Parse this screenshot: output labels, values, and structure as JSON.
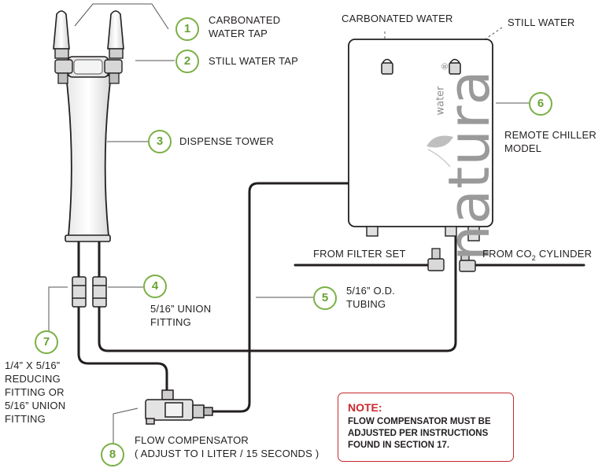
{
  "callouts": [
    {
      "number": "1",
      "label": "CARBONATED\nWATER TAP"
    },
    {
      "number": "2",
      "label": "STILL WATER TAP"
    },
    {
      "number": "3",
      "label": "DISPENSE TOWER"
    },
    {
      "number": "4",
      "label": "5/16” UNION\nFITTING"
    },
    {
      "number": "5",
      "label": "5/16” O.D.\nTUBING"
    },
    {
      "number": "6",
      "label": "REMOTE CHILLER\nMODEL"
    },
    {
      "number": "7",
      "label": "1/4” X 5/16”\nREDUCING\nFITTING OR\n5/16” UNION\nFITTING"
    },
    {
      "number": "8",
      "label": "FLOW COMPENSATOR\n( ADJUST TO I LITER / 15 SECONDS )"
    }
  ],
  "outlets": {
    "carbonated": "CARBONATED WATER",
    "still": "STILL WATER"
  },
  "inputs": {
    "filter": "FROM FILTER SET",
    "co2_prefix": "FROM CO",
    "co2_sub": "2",
    "co2_suffix": " CYLINDER"
  },
  "brand": {
    "small": "water",
    "large": "natura",
    "mark": "®"
  },
  "note": {
    "title": "NOTE:",
    "body": "FLOW COMPENSATOR MUST BE\nADJUSTED PER INSTRUCTIONS\nFOUND IN SECTION 17."
  },
  "colors": {
    "callout_green": "#7bb045",
    "note_red": "#c8282c",
    "line": "#231f20"
  }
}
